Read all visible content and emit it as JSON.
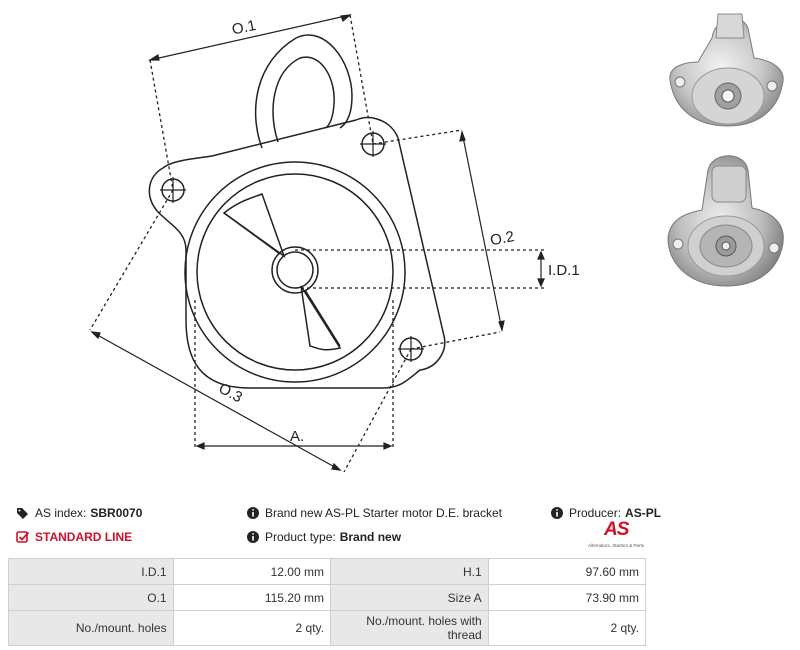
{
  "drawing": {
    "labels": {
      "o1": "O.1",
      "o2": "O.2",
      "o3": "O.3",
      "id1": "I.D.1",
      "a": "A."
    }
  },
  "info": {
    "index_label": "AS index:",
    "index_value": "SBR0070",
    "standard_line": "STANDARD LINE",
    "description": "Brand new AS-PL Starter motor D.E. bracket",
    "product_type_label": "Product type:",
    "product_type_value": "Brand new",
    "producer_label": "Producer:",
    "producer_value": "AS-PL"
  },
  "logo": {
    "mark": "AS",
    "tagline": "Alternators, Starters & Parts"
  },
  "specs": {
    "rows": [
      {
        "label1": "I.D.1",
        "value1": "12.00 mm",
        "label2": "H.1",
        "value2": "97.60 mm"
      },
      {
        "label1": "O.1",
        "value1": "115.20 mm",
        "label2": "Size A",
        "value2": "73.90 mm"
      },
      {
        "label1": "No./mount. holes",
        "value1": "2 qty.",
        "label2": "No./mount. holes with thread",
        "value2": "2 qty."
      }
    ]
  },
  "colors": {
    "accent": "#d0112b",
    "table_label_bg": "#e8e8e8",
    "border": "#cfcfcf"
  }
}
